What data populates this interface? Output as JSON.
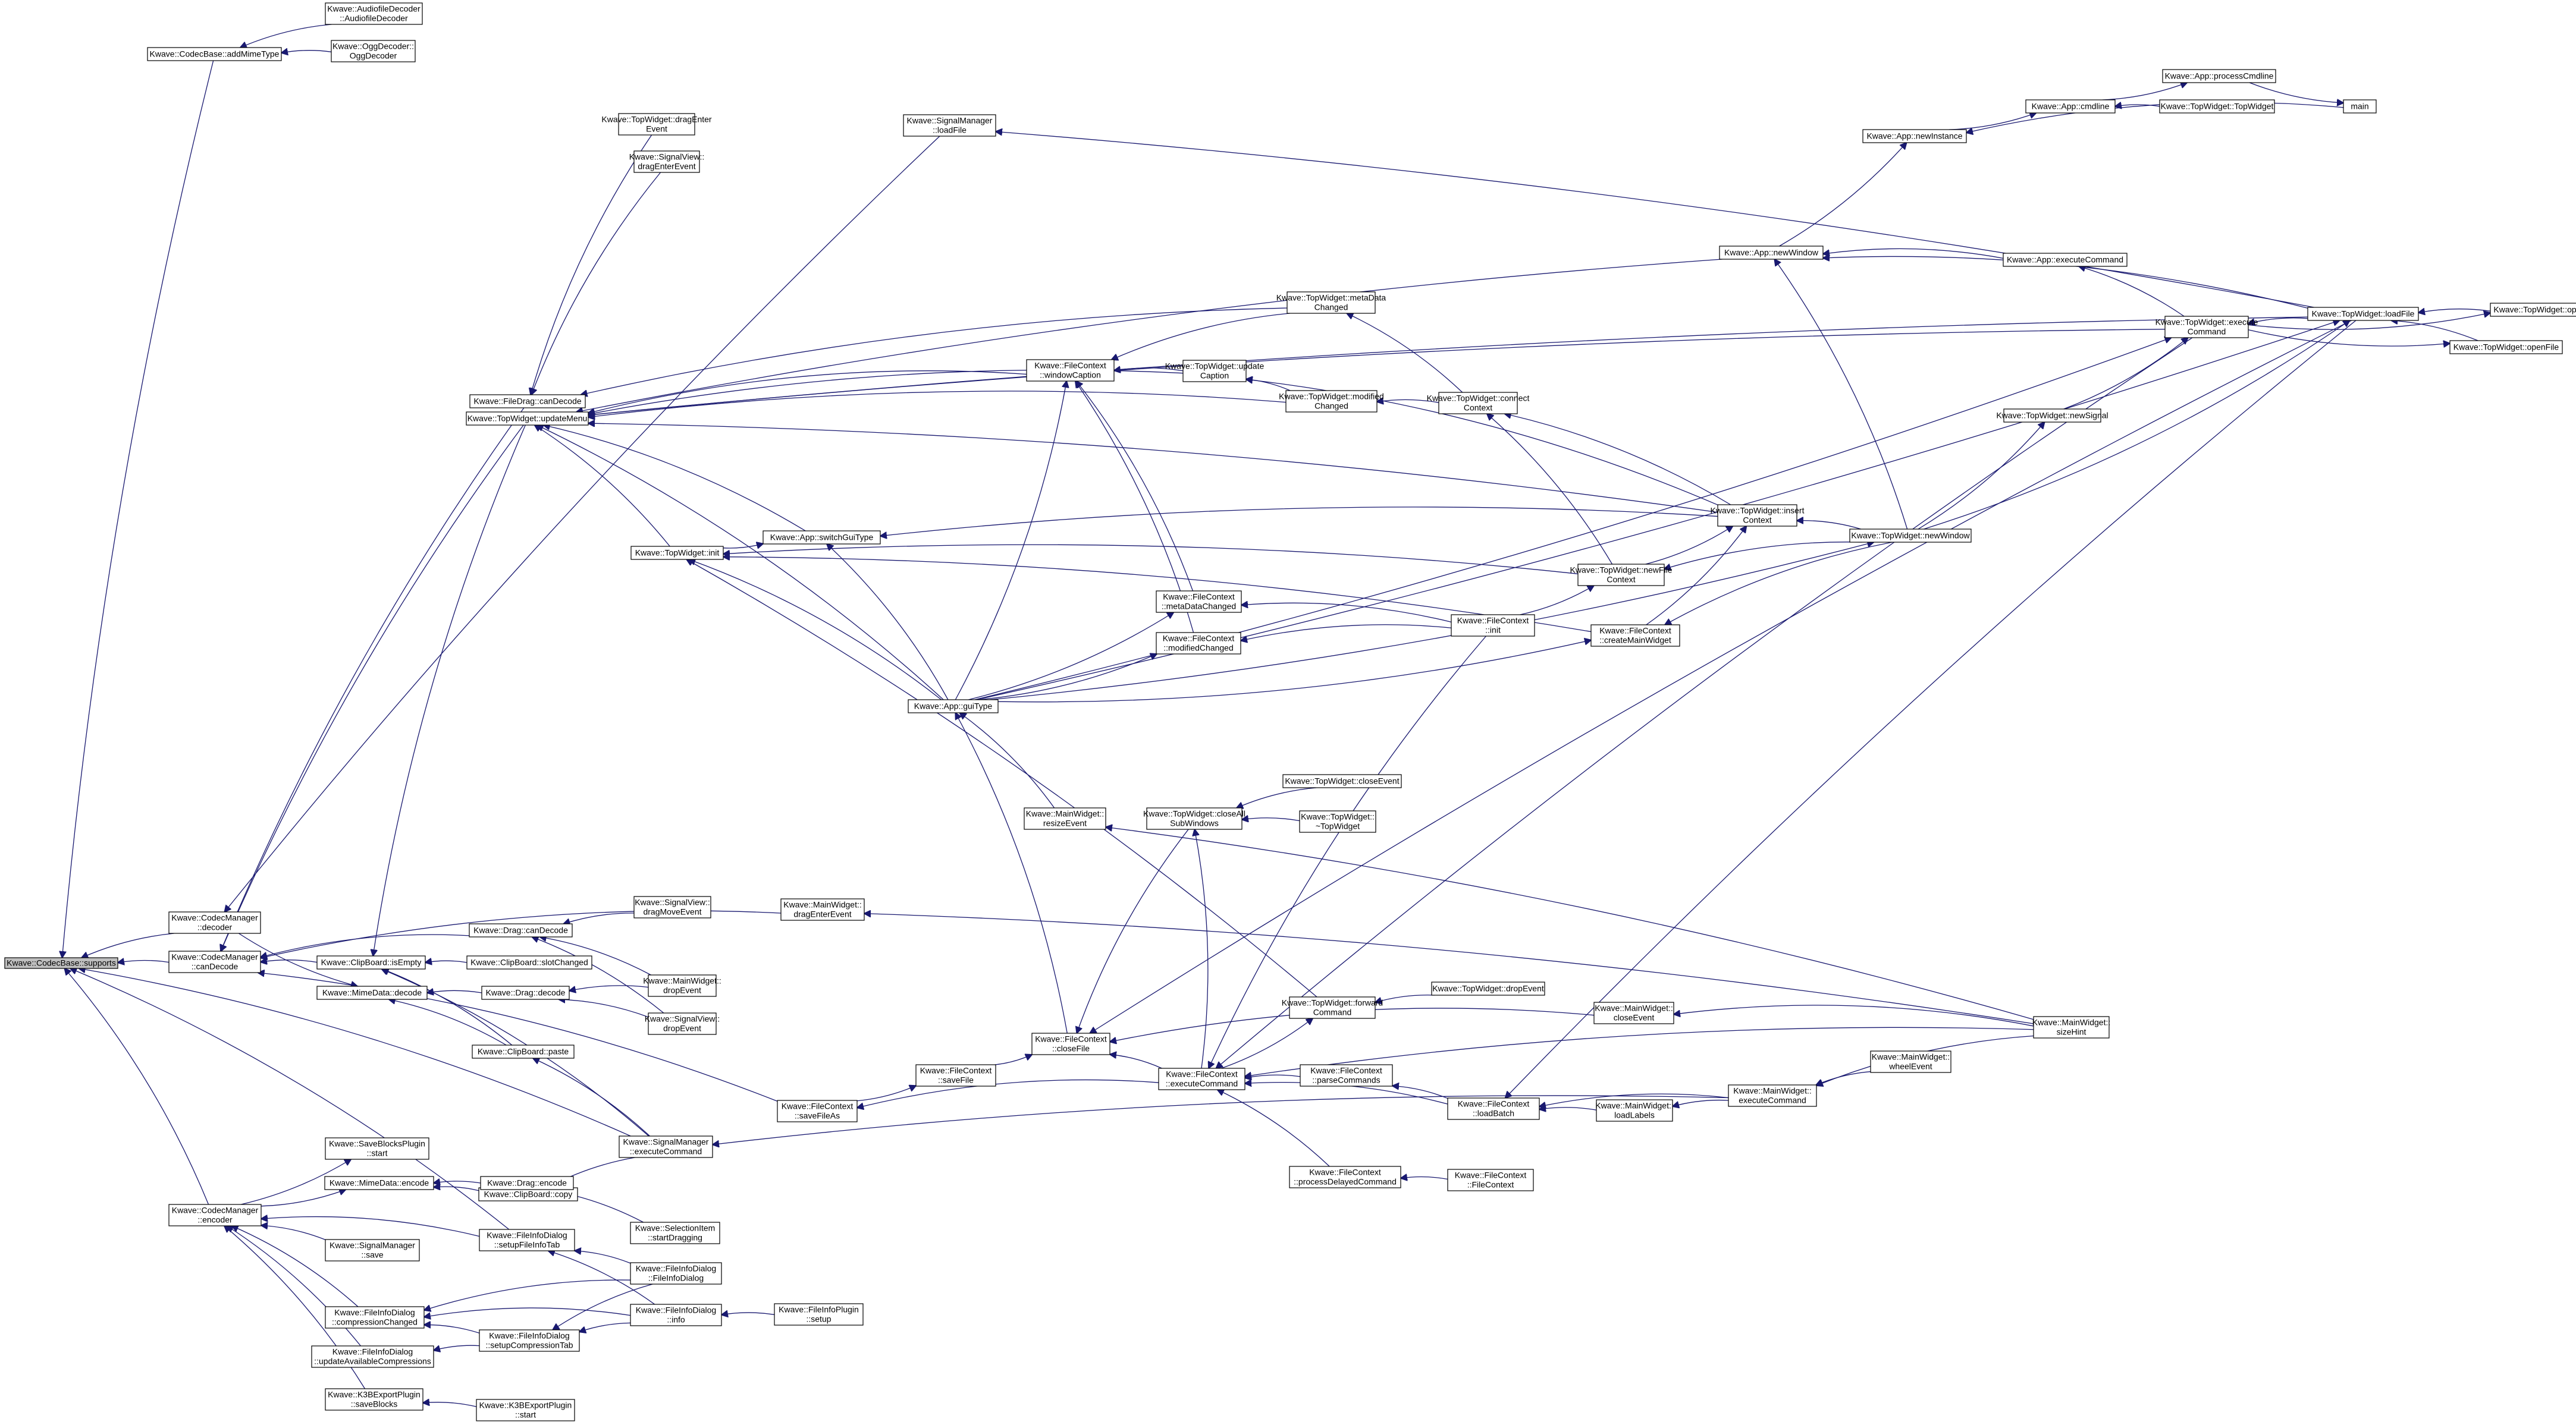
{
  "colors": {
    "edge": "#191970",
    "highlight": "#bfbfbf",
    "box": "#ffffff",
    "border": "#000000"
  },
  "nodes": {
    "supports": {
      "lines": [
        "Kwave::CodecBase::supports"
      ],
      "highlight": true
    },
    "addMimeType": {
      "lines": [
        "Kwave::CodecBase::addMimeType"
      ]
    },
    "AudiofileDecoder": {
      "lines": [
        "Kwave::AudiofileDecoder",
        "::AudiofileDecoder"
      ]
    },
    "OggDecoder": {
      "lines": [
        "Kwave::OggDecoder::",
        "OggDecoder"
      ]
    },
    "SignalManager_loadFile": {
      "lines": [
        "Kwave::SignalManager",
        "::loadFile"
      ]
    },
    "TW_dragEnterEvent": {
      "lines": [
        "Kwave::TopWidget::dragEnter",
        "Event"
      ]
    },
    "SV_dragEnterEvent": {
      "lines": [
        "Kwave::SignalView::",
        "dragEnterEvent"
      ]
    },
    "App_processCmdline": {
      "lines": [
        "Kwave::App::processCmdline"
      ]
    },
    "App_cmdline": {
      "lines": [
        "Kwave::App::cmdline"
      ]
    },
    "TW_TopWidget": {
      "lines": [
        "Kwave::TopWidget::TopWidget"
      ]
    },
    "main": {
      "lines": [
        "main"
      ]
    },
    "App_newInstance": {
      "lines": [
        "Kwave::App::newInstance"
      ]
    },
    "App_newWindow": {
      "lines": [
        "Kwave::App::newWindow"
      ]
    },
    "App_executeCommand": {
      "lines": [
        "Kwave::App::executeCommand"
      ]
    },
    "TW_executeCommand": {
      "lines": [
        "Kwave::TopWidget::execute",
        "Command"
      ]
    },
    "TW_openRecent": {
      "lines": [
        "Kwave::TopWidget::openRecent"
      ]
    },
    "TW_loadFile": {
      "lines": [
        "Kwave::TopWidget::loadFile"
      ]
    },
    "TW_openFile": {
      "lines": [
        "Kwave::TopWidget::openFile"
      ]
    },
    "TW_metaDataChanged": {
      "lines": [
        "Kwave::TopWidget::metaData",
        "Changed"
      ]
    },
    "FileDrag_canDecode": {
      "lines": [
        "Kwave::FileDrag::canDecode"
      ]
    },
    "TW_updateMenu": {
      "lines": [
        "Kwave::TopWidget::updateMenu"
      ]
    },
    "FC_windowCaption": {
      "lines": [
        "Kwave::FileContext",
        "::windowCaption"
      ]
    },
    "TW_updateCaption": {
      "lines": [
        "Kwave::TopWidget::update",
        "Caption"
      ]
    },
    "TW_modifiedChanged": {
      "lines": [
        "Kwave::TopWidget::modified",
        "Changed"
      ]
    },
    "TW_connectContext": {
      "lines": [
        "Kwave::TopWidget::connect",
        "Context"
      ]
    },
    "TW_newSignal": {
      "lines": [
        "Kwave::TopWidget::newSignal"
      ]
    },
    "TW_insertContext": {
      "lines": [
        "Kwave::TopWidget::insert",
        "Context"
      ]
    },
    "TW_newWindow": {
      "lines": [
        "Kwave::TopWidget::newWindow"
      ]
    },
    "App_switchGuiType": {
      "lines": [
        "Kwave::App::switchGuiType"
      ]
    },
    "TW_init": {
      "lines": [
        "Kwave::TopWidget::init"
      ]
    },
    "TW_newFileContext": {
      "lines": [
        "Kwave::TopWidget::newFile",
        "Context"
      ]
    },
    "FC_metaDataChanged": {
      "lines": [
        "Kwave::FileContext",
        "::metaDataChanged"
      ]
    },
    "FC_init": {
      "lines": [
        "Kwave::FileContext",
        "::init"
      ]
    },
    "FC_modifiedChanged": {
      "lines": [
        "Kwave::FileContext",
        "::modifiedChanged"
      ]
    },
    "FC_createMainWidget": {
      "lines": [
        "Kwave::FileContext",
        "::createMainWidget"
      ]
    },
    "App_guiType": {
      "lines": [
        "Kwave::App::guiType"
      ]
    },
    "TW_closeEvent": {
      "lines": [
        "Kwave::TopWidget::closeEvent"
      ]
    },
    "MW_resizeEvent": {
      "lines": [
        "Kwave::MainWidget::",
        "resizeEvent"
      ]
    },
    "TW_closeAllSubWindows": {
      "lines": [
        "Kwave::TopWidget::closeAll",
        "SubWindows"
      ]
    },
    "TW_dtor": {
      "lines": [
        "Kwave::TopWidget::",
        "~TopWidget"
      ]
    },
    "CM_decoder": {
      "lines": [
        "Kwave::CodecManager",
        "::decoder"
      ]
    },
    "SV_dragMoveEvent": {
      "lines": [
        "Kwave::SignalView::",
        "dragMoveEvent"
      ]
    },
    "MW_dragEnterEvent": {
      "lines": [
        "Kwave::MainWidget::",
        "dragEnterEvent"
      ]
    },
    "CM_canDecode": {
      "lines": [
        "Kwave::CodecManager",
        "::canDecode"
      ]
    },
    "Drag_canDecode": {
      "lines": [
        "Kwave::Drag::canDecode"
      ]
    },
    "CB_isEmpty": {
      "lines": [
        "Kwave::ClipBoard::isEmpty"
      ]
    },
    "CB_slotChanged": {
      "lines": [
        "Kwave::ClipBoard::slotChanged"
      ]
    },
    "MW_dropEvent": {
      "lines": [
        "Kwave::MainWidget::",
        "dropEvent"
      ]
    },
    "MimeData_decode": {
      "lines": [
        "Kwave::MimeData::decode"
      ]
    },
    "Drag_decode": {
      "lines": [
        "Kwave::Drag::decode"
      ]
    },
    "TW_forwardCommand": {
      "lines": [
        "Kwave::TopWidget::forward",
        "Command"
      ]
    },
    "TW_dropEvent": {
      "lines": [
        "Kwave::TopWidget::dropEvent"
      ]
    },
    "SV_dropEvent": {
      "lines": [
        "Kwave::SignalView::",
        "dropEvent"
      ]
    },
    "MW_closeEvent": {
      "lines": [
        "Kwave::MainWidget::",
        "closeEvent"
      ]
    },
    "CB_paste": {
      "lines": [
        "Kwave::ClipBoard::paste"
      ]
    },
    "FC_closeFile": {
      "lines": [
        "Kwave::FileContext",
        "::closeFile"
      ]
    },
    "MW_sizeHint": {
      "lines": [
        "Kwave::MainWidget::",
        "sizeHint"
      ]
    },
    "FC_saveFile": {
      "lines": [
        "Kwave::FileContext",
        "::saveFile"
      ]
    },
    "FC_executeCommand": {
      "lines": [
        "Kwave::FileContext",
        "::executeCommand"
      ]
    },
    "FC_parseCommands": {
      "lines": [
        "Kwave::FileContext",
        "::parseCommands"
      ]
    },
    "MW_wheelEvent": {
      "lines": [
        "Kwave::MainWidget::",
        "wheelEvent"
      ]
    },
    "FC_saveFileAs": {
      "lines": [
        "Kwave::FileContext",
        "::saveFileAs"
      ]
    },
    "FC_loadBatch": {
      "lines": [
        "Kwave::FileContext",
        "::loadBatch"
      ]
    },
    "MW_loadLabels": {
      "lines": [
        "Kwave::MainWidget::",
        "loadLabels"
      ]
    },
    "MW_executeCommand": {
      "lines": [
        "Kwave::MainWidget::",
        "executeCommand"
      ]
    },
    "SaveBlocksPlugin_start": {
      "lines": [
        "Kwave::SaveBlocksPlugin",
        "::start"
      ]
    },
    "CB_copy": {
      "lines": [
        "Kwave::ClipBoard::copy"
      ]
    },
    "SM_executeCommand": {
      "lines": [
        "Kwave::SignalManager",
        "::executeCommand"
      ]
    },
    "MimeData_encode": {
      "lines": [
        "Kwave::MimeData::encode"
      ]
    },
    "Drag_encode": {
      "lines": [
        "Kwave::Drag::encode"
      ]
    },
    "FC_processDelayedCommand": {
      "lines": [
        "Kwave::FileContext",
        "::processDelayedCommand"
      ]
    },
    "FC_FileContext": {
      "lines": [
        "Kwave::FileContext",
        "::FileContext"
      ]
    },
    "CM_encoder": {
      "lines": [
        "Kwave::CodecManager",
        "::encoder"
      ]
    },
    "SelectionItem_startDragging": {
      "lines": [
        "Kwave::SelectionItem",
        "::startDragging"
      ]
    },
    "SM_save": {
      "lines": [
        "Kwave::SignalManager",
        "::save"
      ]
    },
    "FID_setupFileInfoTab": {
      "lines": [
        "Kwave::FileInfoDialog",
        "::setupFileInfoTab"
      ]
    },
    "FID_FileInfoDialog": {
      "lines": [
        "Kwave::FileInfoDialog",
        "::FileInfoDialog"
      ]
    },
    "FID_compressionChanged": {
      "lines": [
        "Kwave::FileInfoDialog",
        "::compressionChanged"
      ]
    },
    "FID_info": {
      "lines": [
        "Kwave::FileInfoDialog",
        "::info"
      ]
    },
    "FileInfoPlugin_setup": {
      "lines": [
        "Kwave::FileInfoPlugin",
        "::setup"
      ]
    },
    "FID_setupCompressionTab": {
      "lines": [
        "Kwave::FileInfoDialog",
        "::setupCompressionTab"
      ]
    },
    "FID_updateAvailableCompressions": {
      "lines": [
        "Kwave::FileInfoDialog",
        "::updateAvailableCompressions"
      ]
    },
    "K3B_saveBlocks": {
      "lines": [
        "Kwave::K3BExportPlugin",
        "::saveBlocks"
      ]
    },
    "K3B_start": {
      "lines": [
        "Kwave::K3BExportPlugin",
        "::start"
      ]
    }
  },
  "edges": [
    [
      "addMimeType",
      "supports"
    ],
    [
      "AudiofileDecoder",
      "addMimeType"
    ],
    [
      "OggDecoder",
      "addMimeType"
    ],
    [
      "CM_decoder",
      "supports"
    ],
    [
      "CM_canDecode",
      "supports"
    ],
    [
      "CM_encoder",
      "supports"
    ],
    [
      "SM_executeCommand",
      "supports"
    ],
    [
      "FID_setupFileInfoTab",
      "supports"
    ],
    [
      "SignalManager_loadFile",
      "CM_decoder"
    ],
    [
      "TW_loadFile",
      "SignalManager_loadFile"
    ],
    [
      "FileDrag_canDecode",
      "CM_canDecode"
    ],
    [
      "TW_dragEnterEvent",
      "FileDrag_canDecode"
    ],
    [
      "SV_dragEnterEvent",
      "FileDrag_canDecode"
    ],
    [
      "TW_metaDataChanged",
      "FileDrag_canDecode"
    ],
    [
      "TW_updateMenu",
      "CM_canDecode"
    ],
    [
      "TW_insertContext",
      "TW_updateMenu"
    ],
    [
      "TW_init",
      "TW_updateMenu"
    ],
    [
      "App_guiType",
      "TW_updateMenu"
    ],
    [
      "FC_windowCaption",
      "TW_updateMenu"
    ],
    [
      "TW_executeCommand",
      "TW_updateMenu"
    ],
    [
      "TW_loadFile",
      "TW_updateMenu"
    ],
    [
      "App_newWindow",
      "TW_updateMenu"
    ],
    [
      "App_switchGuiType",
      "TW_updateMenu"
    ],
    [
      "TW_updateCaption",
      "TW_updateMenu"
    ],
    [
      "TW_modifiedChanged",
      "TW_updateMenu"
    ],
    [
      "App_processCmdline",
      "main"
    ],
    [
      "TW_TopWidget",
      "App_cmdline"
    ],
    [
      "App_cmdline",
      "App_processCmdline"
    ],
    [
      "App_newInstance",
      "App_cmdline"
    ],
    [
      "main",
      "App_newInstance"
    ],
    [
      "App_newWindow",
      "App_newInstance"
    ],
    [
      "App_executeCommand",
      "App_newWindow"
    ],
    [
      "TW_loadFile",
      "App_newWindow"
    ],
    [
      "TW_executeCommand",
      "App_executeCommand"
    ],
    [
      "TW_openRecent",
      "TW_loadFile"
    ],
    [
      "TW_openFile",
      "TW_loadFile"
    ],
    [
      "TW_loadFile",
      "TW_executeCommand"
    ],
    [
      "TW_executeCommand",
      "TW_openRecent"
    ],
    [
      "TW_executeCommand",
      "TW_openFile"
    ],
    [
      "TW_metaDataChanged",
      "FC_windowCaption"
    ],
    [
      "TW_connectContext",
      "TW_metaDataChanged"
    ],
    [
      "TW_updateCaption",
      "FC_windowCaption"
    ],
    [
      "TW_insertContext",
      "TW_updateCaption"
    ],
    [
      "TW_modifiedChanged",
      "TW_updateCaption"
    ],
    [
      "TW_connectContext",
      "TW_modifiedChanged"
    ],
    [
      "TW_newFileContext",
      "TW_connectContext"
    ],
    [
      "TW_insertContext",
      "TW_connectContext"
    ],
    [
      "TW_newSignal",
      "TW_executeCommand"
    ],
    [
      "TW_newWindow",
      "TW_newSignal"
    ],
    [
      "TW_newWindow",
      "TW_insertContext"
    ],
    [
      "TW_newWindow",
      "App_newWindow"
    ],
    [
      "TW_newWindow",
      "TW_loadFile"
    ],
    [
      "TW_insertContext",
      "App_switchGuiType"
    ],
    [
      "TW_init",
      "App_switchGuiType"
    ],
    [
      "TW_newFileContext",
      "TW_init"
    ],
    [
      "TW_newFileContext",
      "TW_insertContext"
    ],
    [
      "FC_init",
      "TW_newFileContext"
    ],
    [
      "TW_newWindow",
      "TW_newFileContext"
    ],
    [
      "FC_metaDataChanged",
      "FC_windowCaption"
    ],
    [
      "FC_modifiedChanged",
      "FC_windowCaption"
    ],
    [
      "FC_init",
      "FC_metaDataChanged"
    ],
    [
      "FC_init",
      "FC_modifiedChanged"
    ],
    [
      "FC_createMainWidget",
      "TW_init"
    ],
    [
      "TW_newWindow",
      "FC_createMainWidget"
    ],
    [
      "FC_createMainWidget",
      "TW_insertContext"
    ],
    [
      "App_guiType",
      "TW_init"
    ],
    [
      "App_guiType",
      "FC_windowCaption"
    ],
    [
      "App_guiType",
      "FC_metaDataChanged"
    ],
    [
      "App_guiType",
      "FC_modifiedChanged"
    ],
    [
      "App_guiType",
      "FC_createMainWidget"
    ],
    [
      "App_guiType",
      "TW_newWindow"
    ],
    [
      "App_guiType",
      "App_switchGuiType"
    ],
    [
      "App_guiType",
      "TW_loadFile"
    ],
    [
      "MW_resizeEvent",
      "App_guiType"
    ],
    [
      "FC_closeFile",
      "App_guiType"
    ],
    [
      "App_guiType",
      "TW_executeCommand"
    ],
    [
      "TW_closeEvent",
      "TW_closeAllSubWindows"
    ],
    [
      "TW_dtor",
      "TW_closeAllSubWindows"
    ],
    [
      "TW_closeAllSubWindows",
      "FC_closeFile"
    ],
    [
      "MW_sizeHint",
      "MW_resizeEvent"
    ],
    [
      "CM_decoder",
      "MimeData_decode"
    ],
    [
      "Drag_canDecode",
      "CM_canDecode"
    ],
    [
      "SV_dragMoveEvent",
      "Drag_canDecode"
    ],
    [
      "MW_dropEvent",
      "Drag_canDecode"
    ],
    [
      "SV_dropEvent",
      "Drag_canDecode"
    ],
    [
      "MW_dragEnterEvent",
      "CM_canDecode"
    ],
    [
      "MW_sizeHint",
      "MW_dragEnterEvent"
    ],
    [
      "CB_isEmpty",
      "CM_canDecode"
    ],
    [
      "CB_slotChanged",
      "CB_isEmpty"
    ],
    [
      "CB_paste",
      "CB_isEmpty"
    ],
    [
      "SM_executeCommand",
      "CB_isEmpty"
    ],
    [
      "TW_updateMenu",
      "CB_isEmpty"
    ],
    [
      "Drag_decode",
      "MimeData_decode"
    ],
    [
      "CB_paste",
      "MimeData_decode"
    ],
    [
      "MW_dropEvent",
      "Drag_decode"
    ],
    [
      "SV_dropEvent",
      "Drag_decode"
    ],
    [
      "SM_executeCommand",
      "CB_paste"
    ],
    [
      "TW_forwardCommand",
      "TW_init"
    ],
    [
      "TW_dropEvent",
      "TW_forwardCommand"
    ],
    [
      "FC_executeCommand",
      "TW_forwardCommand"
    ],
    [
      "MW_closeEvent",
      "FC_closeFile"
    ],
    [
      "MW_sizeHint",
      "MW_closeEvent"
    ],
    [
      "FC_saveFile",
      "FC_closeFile"
    ],
    [
      "FC_executeCommand",
      "FC_closeFile"
    ],
    [
      "FC_saveFileAs",
      "FC_saveFile"
    ],
    [
      "FC_executeCommand",
      "FC_saveFileAs"
    ],
    [
      "FC_saveFileAs",
      "CM_canDecode"
    ],
    [
      "FC_parseCommands",
      "FC_executeCommand"
    ],
    [
      "FC_loadBatch",
      "FC_parseCommands"
    ],
    [
      "FC_loadBatch",
      "FC_executeCommand"
    ],
    [
      "FC_processDelayedCommand",
      "FC_executeCommand"
    ],
    [
      "FC_FileContext",
      "FC_processDelayedCommand"
    ],
    [
      "MW_loadLabels",
      "FC_loadBatch"
    ],
    [
      "MW_executeCommand",
      "MW_loadLabels"
    ],
    [
      "MW_executeCommand",
      "FC_loadBatch"
    ],
    [
      "MW_wheelEvent",
      "MW_executeCommand"
    ],
    [
      "MW_sizeHint",
      "MW_executeCommand"
    ],
    [
      "MW_sizeHint",
      "FC_executeCommand"
    ],
    [
      "TW_loadFile",
      "FC_closeFile"
    ],
    [
      "TW_executeCommand",
      "FC_executeCommand"
    ],
    [
      "FC_init",
      "FC_executeCommand"
    ],
    [
      "MW_executeCommand",
      "SM_executeCommand"
    ],
    [
      "FC_executeCommand",
      "TW_closeAllSubWindows"
    ],
    [
      "TW_loadFile",
      "FC_loadBatch"
    ],
    [
      "CM_encoder",
      "SaveBlocksPlugin_start"
    ],
    [
      "CM_encoder",
      "MimeData_encode"
    ],
    [
      "CB_copy",
      "MimeData_encode"
    ],
    [
      "SM_executeCommand",
      "CB_copy"
    ],
    [
      "Drag_encode",
      "MimeData_encode"
    ],
    [
      "SelectionItem_startDragging",
      "Drag_encode"
    ],
    [
      "SM_save",
      "CM_encoder"
    ],
    [
      "FID_setupFileInfoTab",
      "CM_encoder"
    ],
    [
      "FID_FileInfoDialog",
      "FID_setupFileInfoTab"
    ],
    [
      "FID_info",
      "FID_setupFileInfoTab"
    ],
    [
      "FID_compressionChanged",
      "CM_encoder"
    ],
    [
      "FID_FileInfoDialog",
      "FID_compressionChanged"
    ],
    [
      "FID_setupCompressionTab",
      "FID_compressionChanged"
    ],
    [
      "FID_info",
      "FID_compressionChanged"
    ],
    [
      "FileInfoPlugin_setup",
      "FID_info"
    ],
    [
      "FID_updateAvailableCompressions",
      "CM_encoder"
    ],
    [
      "FID_setupCompressionTab",
      "FID_updateAvailableCompressions"
    ],
    [
      "FID_FileInfoDialog",
      "FID_setupCompressionTab"
    ],
    [
      "FID_info",
      "FID_setupCompressionTab"
    ],
    [
      "K3B_saveBlocks",
      "CM_encoder"
    ],
    [
      "K3B_start",
      "K3B_saveBlocks"
    ]
  ]
}
